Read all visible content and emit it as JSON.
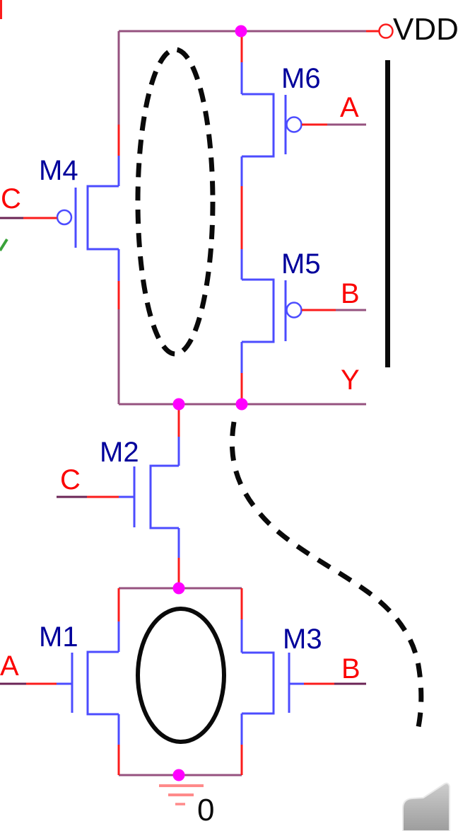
{
  "diagram_type": "CMOS transistor schematic",
  "labels": {
    "vdd": "VDD",
    "m6": "M6",
    "a_top": "A",
    "m4": "M4",
    "c_top": "C",
    "m5": "M5",
    "b_top": "B",
    "y_out": "Y",
    "m2": "M2",
    "c_bottom": "C",
    "m1": "M1",
    "a_bottom": "A",
    "m3": "M3",
    "b_bottom": "B",
    "ground": "0"
  },
  "components": {
    "power_terminal": "VDD",
    "ground_node": "0",
    "output_net": "Y",
    "pmos_transistors": [
      "M4",
      "M5",
      "M6"
    ],
    "nmos_transistors": [
      "M1",
      "M2",
      "M3"
    ],
    "inputs": [
      "A",
      "B",
      "C"
    ]
  },
  "annotations": {
    "dashed_ellipse": "around series pull-up branch",
    "solid_ellipse": "around parallel M1/M3 pair",
    "dashed_curve": "freehand stroke from output Y toward bottom right",
    "vertical_bar": "emphasis bar at right of pull-up network"
  },
  "colors": {
    "wire_red": "#fb1c1c",
    "wire_blue": "#4c4cff",
    "wire_mauve": "#96527f",
    "wire_plum": "#6b2455",
    "junction_magenta": "#ff00ff",
    "ground_salmon": "#ff8a8a",
    "label_navy": "#00009b",
    "label_red": "#fb0505",
    "label_black": "#0a0a0a",
    "annotation_black": "#0a0a0a",
    "nav_gray": "#b0b0b0"
  }
}
